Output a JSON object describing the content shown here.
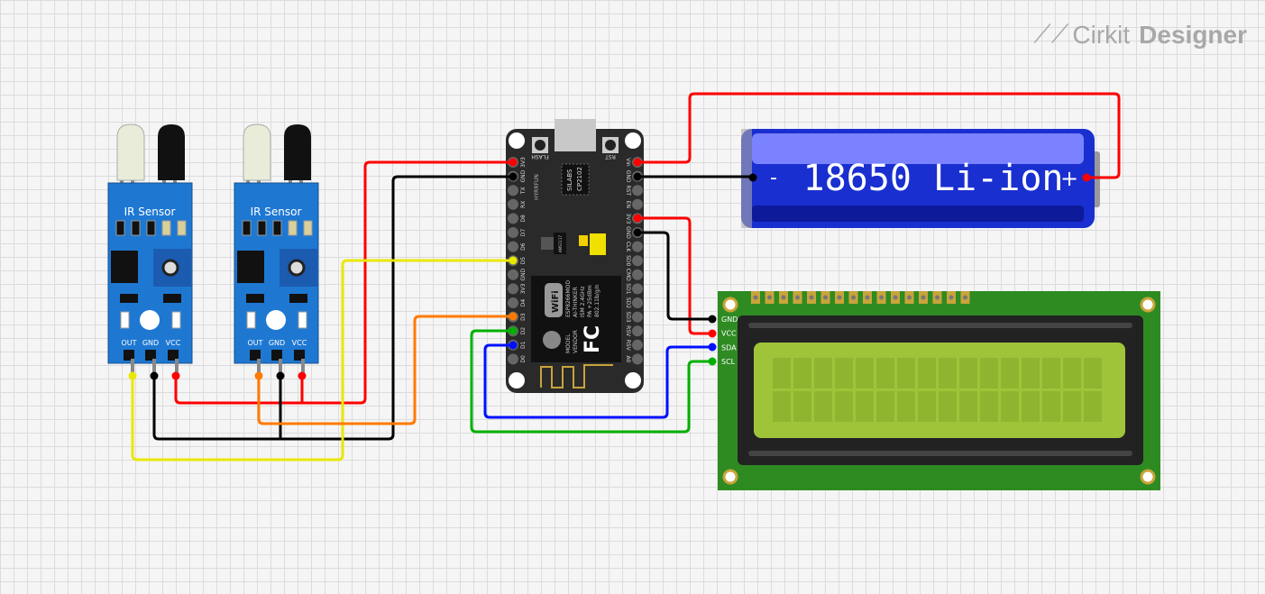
{
  "logo": {
    "brand": "Cirkit",
    "product": "Designer"
  },
  "ir_sensors": [
    {
      "title": "IR Sensor",
      "pins": [
        "OUT",
        "GND",
        "VCC"
      ]
    },
    {
      "title": "IR Sensor",
      "pins": [
        "OUT",
        "GND",
        "VCC"
      ]
    }
  ],
  "esp": {
    "buttons": [
      "FLASH",
      "RST"
    ],
    "left_pins": [
      "3V3",
      "GND",
      "TX",
      "RX",
      "D8",
      "D7",
      "D6",
      "D5",
      "GND",
      "3V3",
      "D4",
      "D3",
      "D2",
      "D1",
      "D0"
    ],
    "right_pins": [
      "Vin",
      "GND",
      "RST",
      "EN",
      "3V3",
      "GND",
      "CLK",
      "SD0",
      "CMD",
      "SD1",
      "SD2",
      "SD3",
      "RSV",
      "RSV",
      "A0"
    ],
    "usb_chip": [
      "SILABS",
      "CP2102"
    ],
    "brand": "HYRRFUN",
    "regulator": "AMS1117",
    "module_lines": [
      "ESP8266MOD",
      "AI-THINKER",
      "ISM 2.4GHz",
      "PA +25dBm",
      "802.11b/g/n"
    ],
    "model_lines": [
      "MODEL",
      "VENDOR"
    ],
    "wifi": "WiFi",
    "fc": "FC"
  },
  "battery": {
    "label": "18650 Li-ion",
    "minus": "-",
    "plus": "+",
    "color": "#1a2fd0"
  },
  "lcd": {
    "pins": [
      "GND",
      "VCC",
      "SDA",
      "SCL"
    ],
    "screen_color": "#9fc43a"
  },
  "wire_colors": {
    "red": "#ff0000",
    "black": "#000000",
    "yellow": "#e8e800",
    "orange": "#ff7a00",
    "green": "#00b000",
    "blue": "#0010ff"
  }
}
